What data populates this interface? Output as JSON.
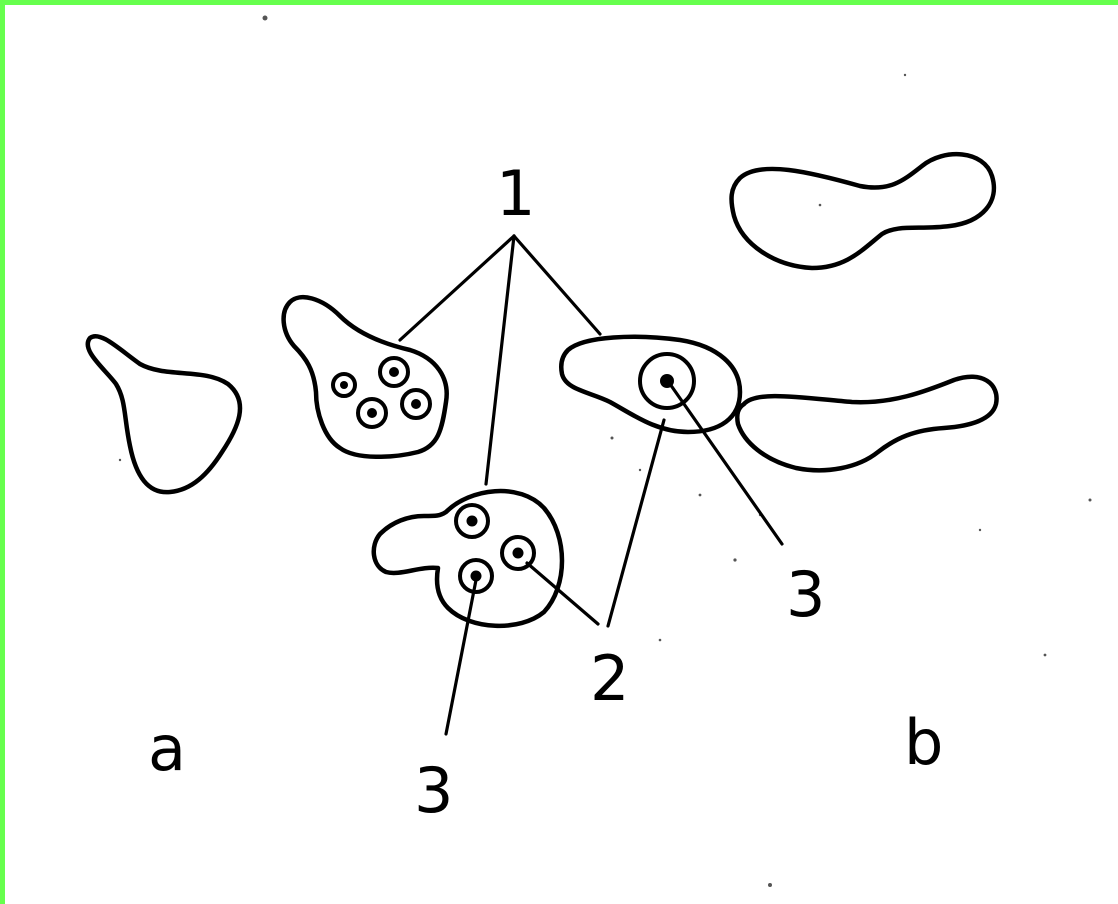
{
  "border_color": "#66ff4d",
  "labels": {
    "callout_1": "1",
    "callout_2": "2",
    "callout_3_left": "3",
    "callout_3_right": "3",
    "panel_a": "a",
    "panel_b": "b"
  }
}
